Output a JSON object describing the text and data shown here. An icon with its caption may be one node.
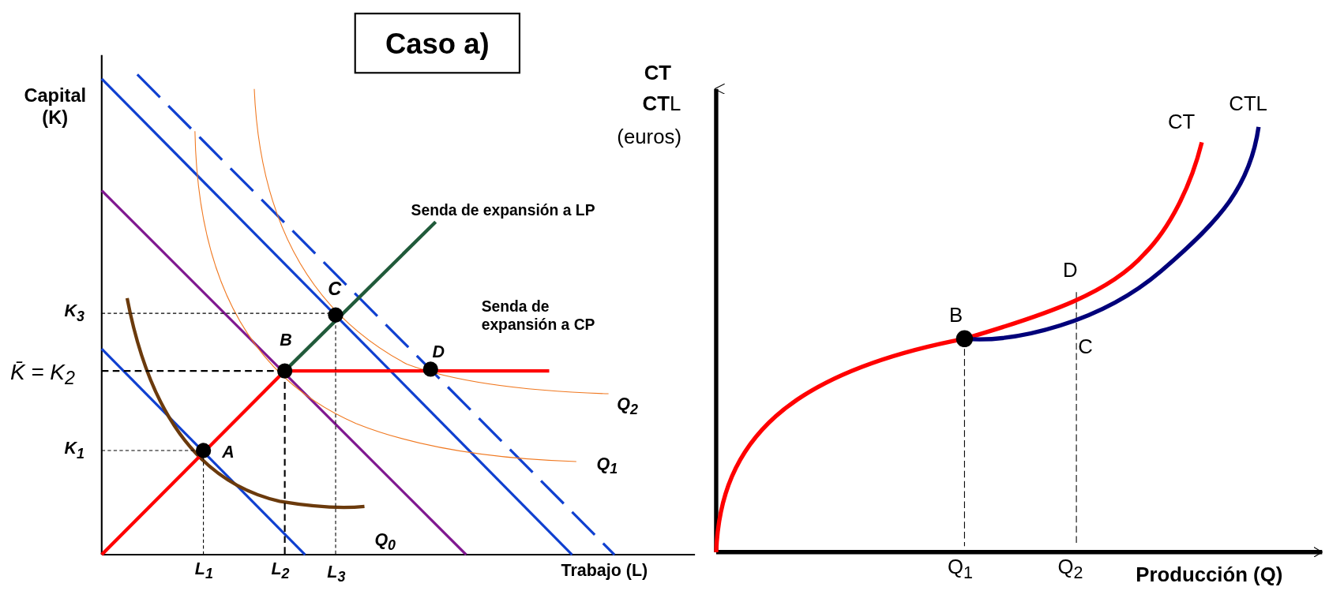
{
  "diagram": {
    "title": "Caso a)",
    "labels": [
      "Capital (K)",
      "Senda de expansión a LP",
      "C",
      "Senda de expansión a CP",
      "K$_{3}$",
      "B",
      "D",
      "K̄ = K$_{2}$",
      "Q$_{2}$",
      "K$_{1}$",
      "A",
      "Q$_{1}$",
      "Q$_{0}$",
      "L$_{1}$",
      "L$_{2}$",
      "L$_{3}$",
      "Trabajo (L)",
      "**CT**",
      "**CT**L",
      "(euros)",
      "CTL",
      "CT",
      "D",
      "B",
      "C",
      "Q$_{1}$",
      "Q$_{2}$",
      "Producción (Q)"
    ]
  }
}
